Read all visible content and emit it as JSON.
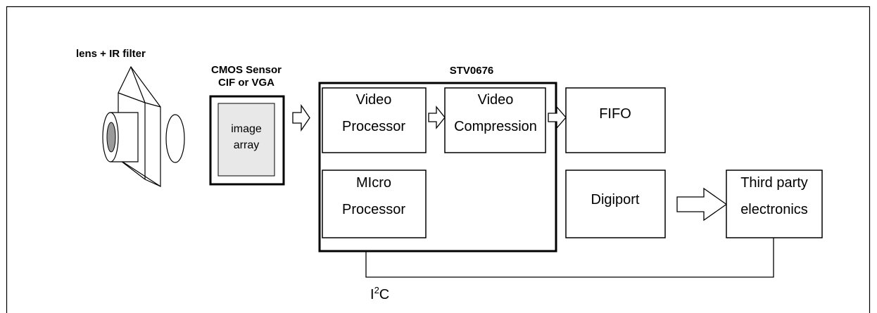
{
  "lens": {
    "label": "lens + IR filter"
  },
  "sensor": {
    "title_line1": "CMOS Sensor",
    "title_line2": "CIF or VGA",
    "array_line1": "image",
    "array_line2": "array",
    "array_fill": "#e8e8e8"
  },
  "chip": {
    "title": "STV0676",
    "video_processor": {
      "line1": "Video",
      "line2": "Processor"
    },
    "video_compression": {
      "line1": "Video",
      "line2": "Compression"
    },
    "fifo": {
      "label": "FIFO"
    },
    "micro_processor": {
      "line1": "MIcro",
      "line2": "Processor"
    },
    "digiport": {
      "label": "Digiport"
    }
  },
  "third_party": {
    "line1": "Third party",
    "line2": "electronics"
  },
  "bus": {
    "label_base": "I",
    "label_sup": "2",
    "label_tail": "C"
  },
  "colors": {
    "stroke": "#000000",
    "lens_core": "#9a9a9a"
  }
}
